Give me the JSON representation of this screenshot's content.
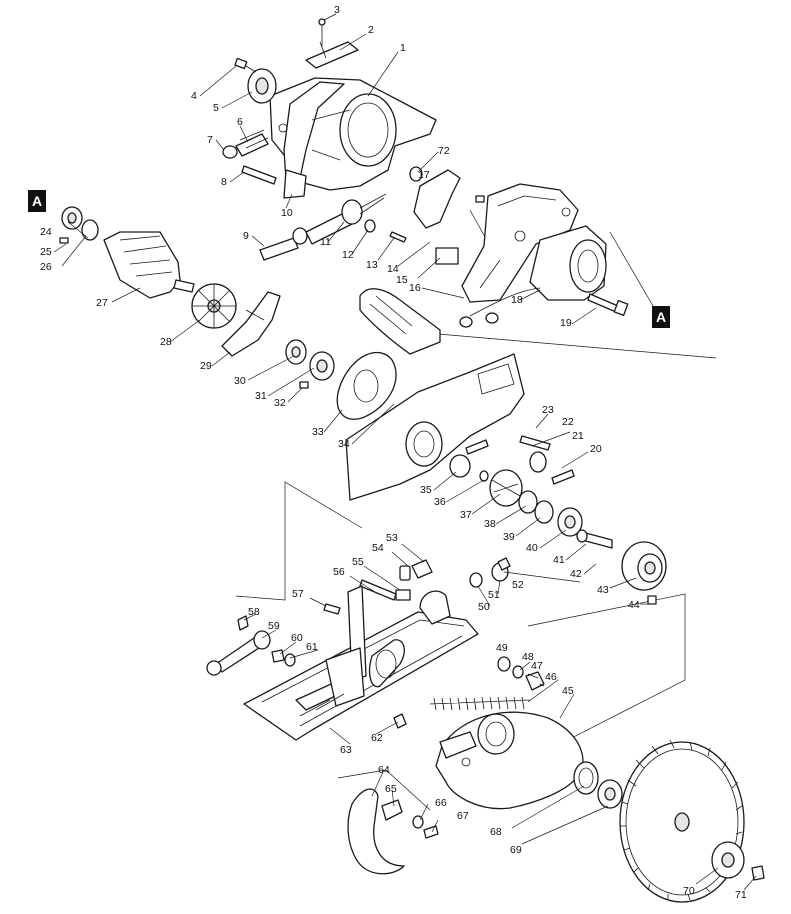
{
  "diagram": {
    "reference_marker": "A",
    "part_numbers": [
      "1",
      "2",
      "3",
      "4",
      "5",
      "6",
      "7",
      "8",
      "9",
      "10",
      "11",
      "12",
      "13",
      "14",
      "15",
      "16",
      "17",
      "18",
      "19",
      "20",
      "21",
      "22",
      "23",
      "24",
      "25",
      "26",
      "27",
      "28",
      "29",
      "30",
      "31",
      "32",
      "33",
      "34",
      "35",
      "36",
      "37",
      "38",
      "39",
      "40",
      "41",
      "42",
      "43",
      "44",
      "45",
      "46",
      "47",
      "48",
      "49",
      "50",
      "51",
      "52",
      "53",
      "54",
      "55",
      "56",
      "57",
      "58",
      "59",
      "60",
      "61",
      "62",
      "63",
      "64",
      "65",
      "66",
      "67",
      "68",
      "69",
      "70",
      "71",
      "72"
    ]
  }
}
